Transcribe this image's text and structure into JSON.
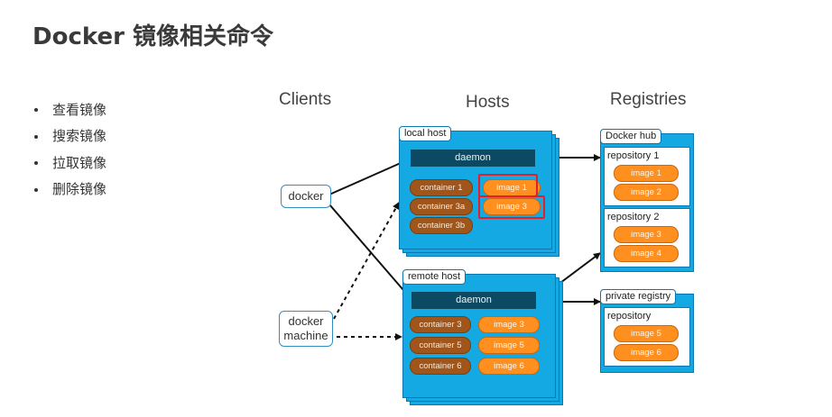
{
  "title": "Docker 镜像相关命令",
  "bullets": [
    "查看镜像",
    "搜索镜像",
    "拉取镜像",
    "删除镜像"
  ],
  "diagram": {
    "headers": {
      "clients": "Clients",
      "hosts": "Hosts",
      "registries": "Registries"
    },
    "clients": {
      "docker": "docker",
      "docker_machine": [
        "docker",
        "machine"
      ]
    },
    "local_host": {
      "label": "local host",
      "daemon": "daemon",
      "containers": [
        "container 1",
        "container 3a",
        "container 3b"
      ],
      "images": [
        "image 1",
        "image 3"
      ]
    },
    "remote_host": {
      "label": "remote host",
      "daemon": "daemon",
      "containers": [
        "container 3",
        "container 5",
        "container 6"
      ],
      "images": [
        "image 3",
        "image 5",
        "image 6"
      ]
    },
    "docker_hub": {
      "label": "Docker hub",
      "repositories": [
        {
          "name": "repository 1",
          "images": [
            "image 1",
            "image 2"
          ]
        },
        {
          "name": "repository 2",
          "images": [
            "image 3",
            "image 4"
          ]
        }
      ]
    },
    "private_registry": {
      "label": "private registry",
      "repositories": [
        {
          "name": "repository",
          "images": [
            "image 5",
            "image 6"
          ]
        }
      ]
    },
    "colors": {
      "panel": "#15a9e3",
      "daemon": "#0c4a63",
      "container": "#a0561b",
      "image": "#ff8f1f",
      "highlight": "#e2202a"
    }
  }
}
